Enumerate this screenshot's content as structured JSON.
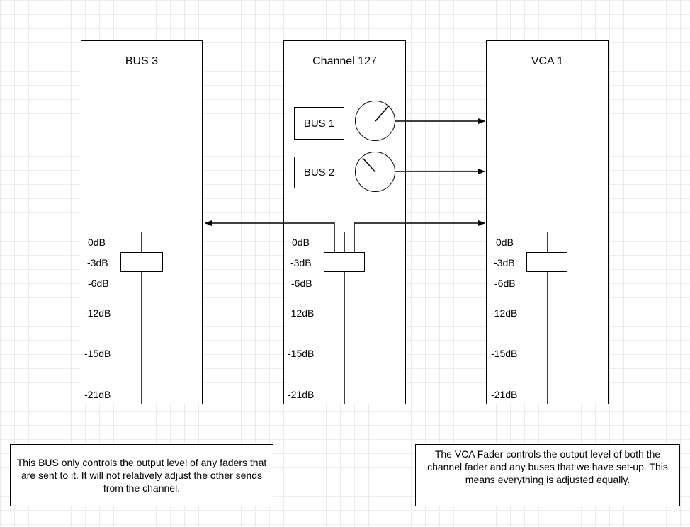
{
  "panels": {
    "bus3": {
      "title": "BUS 3"
    },
    "channel": {
      "title": "Channel 127"
    },
    "vca": {
      "title": "VCA 1"
    }
  },
  "channel_sends": [
    {
      "label": "BUS 1"
    },
    {
      "label": "BUS 2"
    }
  ],
  "fader_scale": [
    "0dB",
    "-3dB",
    "-6dB",
    "-12dB",
    "-15dB",
    "-21dB"
  ],
  "fader_level": "-3dB",
  "notes": {
    "bus": "This BUS only controls the output level of any faders that are sent to it. It will not relatively adjust the other sends from the channel.",
    "vca": "The VCA Fader controls the output level of both the channel fader and any buses that we have set-up. This means everything is adjusted equally."
  }
}
